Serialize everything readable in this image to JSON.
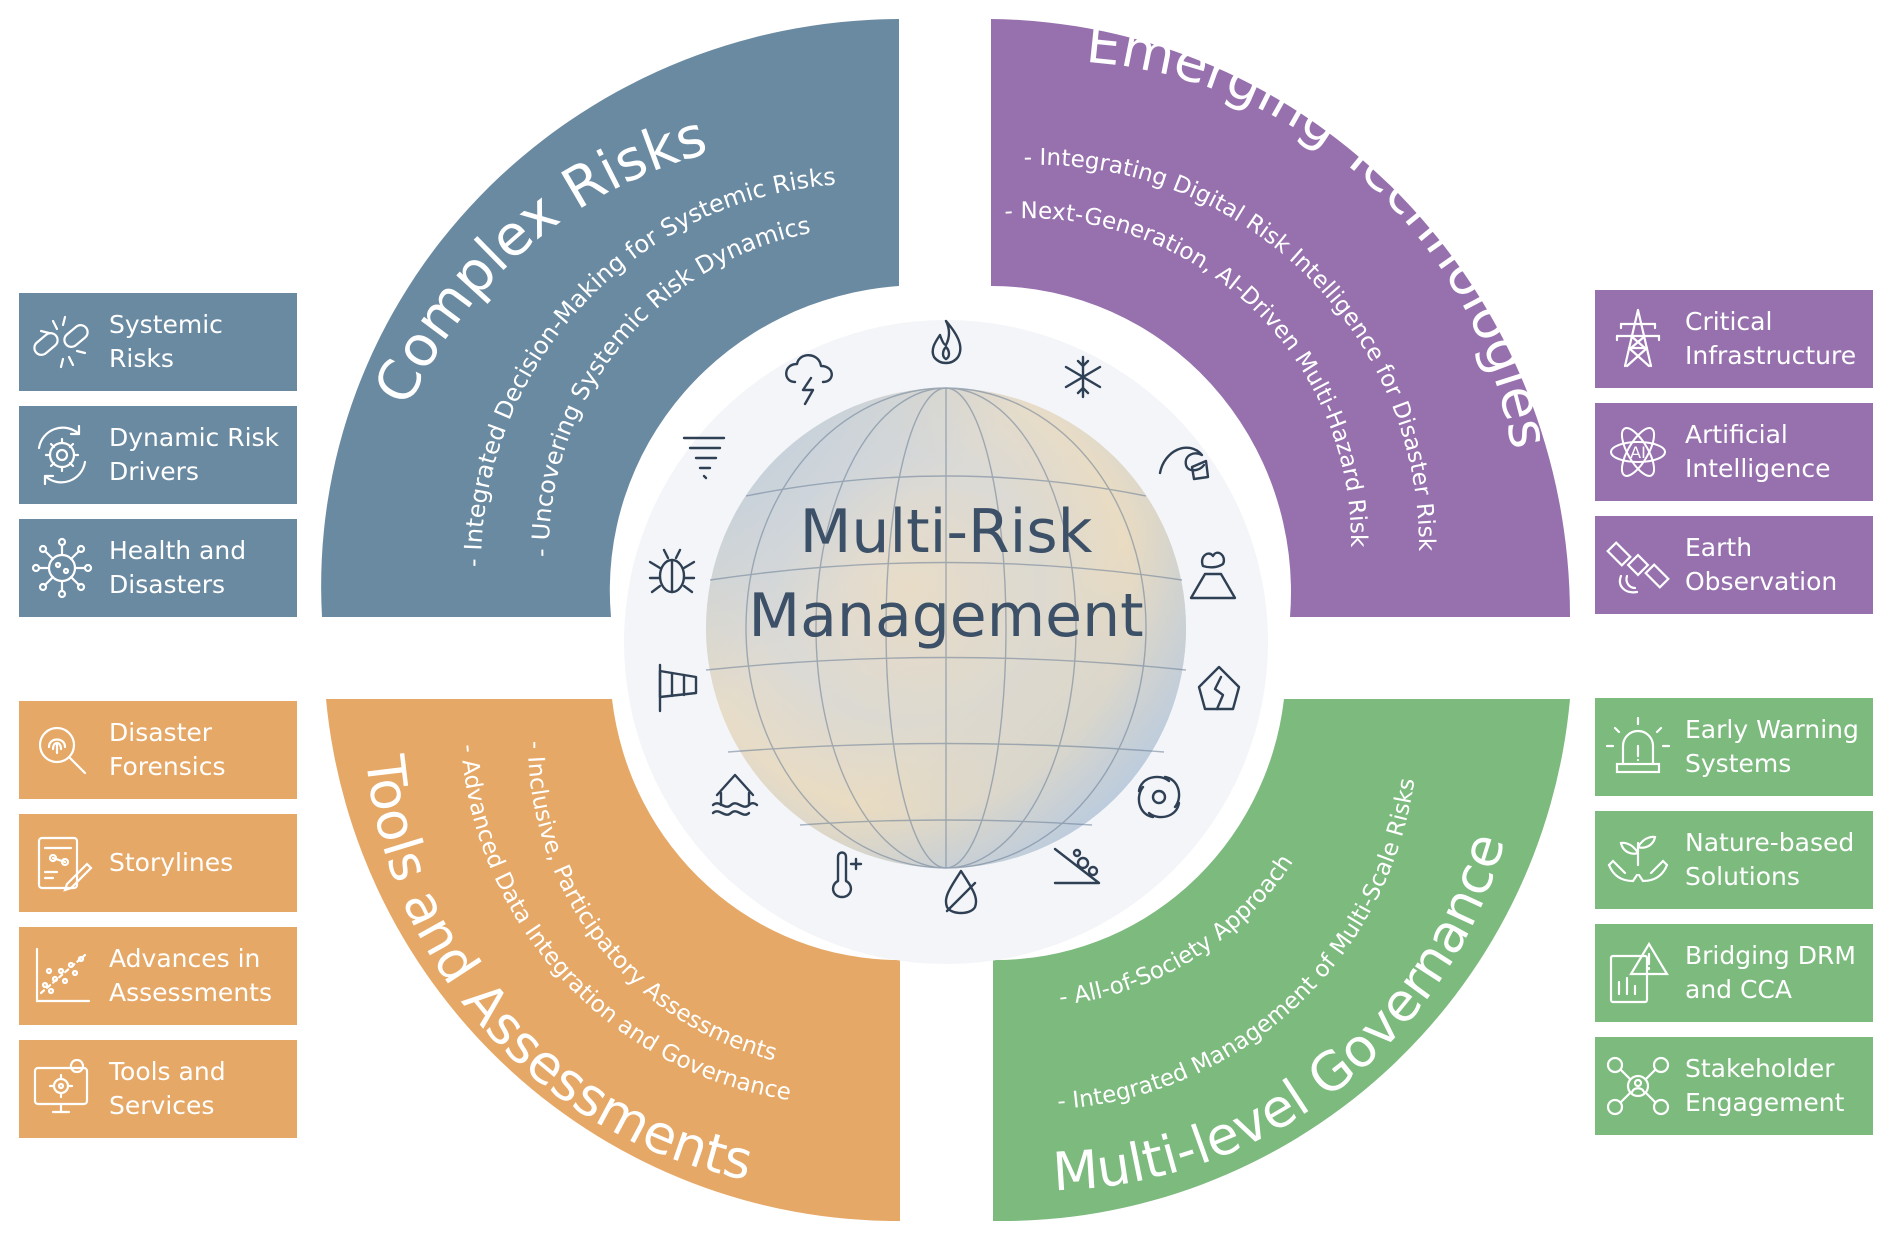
{
  "center": {
    "title_line1": "Multi-Risk",
    "title_line2": "Management"
  },
  "quadrants": {
    "complex_risks": {
      "title": "Complex Risks",
      "bullets": [
        "- Integrated Decision-Making for Systemic Risks",
        "- Uncovering Systemic Risk Dynamics"
      ],
      "color": "#6a8aa2"
    },
    "emerging_technologies": {
      "title": "Emerging Technologies",
      "bullets": [
        "- Integrating Digital Risk Intelligence for Disaster Risk",
        "- Next-Generation, AI-Driven Multi-Hazard Risk"
      ],
      "color": "#9771ae"
    },
    "tools_assessments": {
      "title": "Tools and Assessments",
      "bullets": [
        "- Inclusive, Participatory Assessments",
        "- Advanced Data Integration and Governance"
      ],
      "color": "#e6a866"
    },
    "multilevel_governance": {
      "title": "Multi-level Governance",
      "bullets": [
        "- All-of-Society Approach",
        "- Integrated Management of Multi-Scale Risks"
      ],
      "color": "#7cba7e"
    }
  },
  "left_top_boxes": [
    {
      "label": "Systemic\nRisks",
      "icon": "broken-chain-icon"
    },
    {
      "label": "Dynamic Risk\nDrivers",
      "icon": "gear-cycle-icon"
    },
    {
      "label": "Health and\nDisasters",
      "icon": "virus-icon"
    }
  ],
  "left_bottom_boxes": [
    {
      "label": "Disaster\nForensics",
      "icon": "magnifier-fingerprint-icon"
    },
    {
      "label": "Storylines",
      "icon": "storyboard-icon"
    },
    {
      "label": "Advances in\nAssessments",
      "icon": "scatter-plot-icon"
    },
    {
      "label": "Tools and\nServices",
      "icon": "monitor-gear-icon"
    }
  ],
  "right_top_boxes": [
    {
      "label": "Critical\nInfrastructure",
      "icon": "power-tower-icon"
    },
    {
      "label": "Artificial\nIntelligence",
      "icon": "ai-atom-icon"
    },
    {
      "label": "Earth\nObservation",
      "icon": "satellite-icon"
    }
  ],
  "right_bottom_boxes": [
    {
      "label": "Early Warning\nSystems",
      "icon": "alarm-beacon-icon"
    },
    {
      "label": "Nature-based\nSolutions",
      "icon": "plant-hands-icon"
    },
    {
      "label": "Bridging DRM\nand CCA",
      "icon": "warning-document-icon"
    },
    {
      "label": "Stakeholder\nEngagement",
      "icon": "network-people-icon"
    }
  ],
  "hazard_icons": [
    "wildfire-icon",
    "snowflake-icon",
    "tsunami-icon",
    "volcano-icon",
    "earthquake-house-icon",
    "cyclone-icon",
    "landslide-icon",
    "drought-icon",
    "heatwave-icon",
    "flood-house-icon",
    "windsock-icon",
    "pest-icon",
    "tornado-icon",
    "storm-icon"
  ]
}
